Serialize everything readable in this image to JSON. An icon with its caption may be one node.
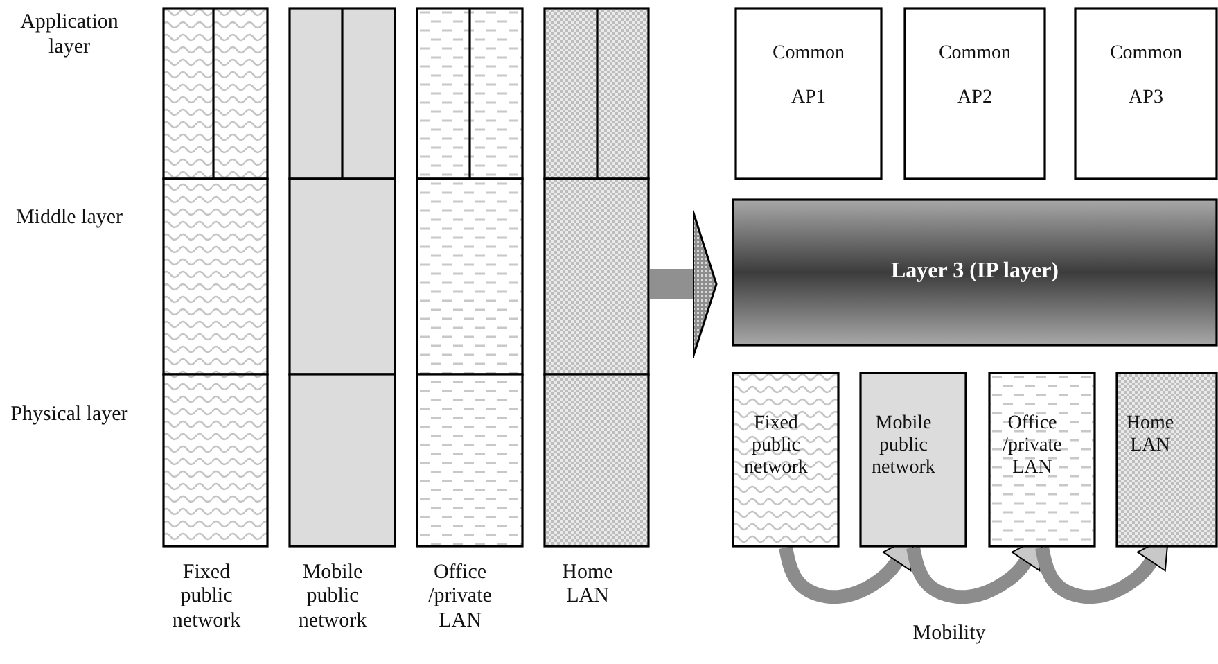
{
  "diagram": {
    "nodes": [
      {
        "text": [
          "Fixed public network"
        ]
      },
      {
        "text": [
          "Mobile public network"
        ]
      },
      {
        "text": [
          "Office /private LAN"
        ]
      },
      {
        "text": [
          "Home LAN"
        ]
      },
      {
        "text": [
          "Common",
          "AP1"
        ]
      },
      {
        "text": [
          "Common",
          "AP2"
        ]
      },
      {
        "text": [
          "Common",
          "AP3"
        ]
      },
      {
        "text": [
          "Layer 3 (IP layer)"
        ]
      },
      {
        "text": [
          "Fixed public network"
        ]
      },
      {
        "text": [
          "Mobile public network"
        ]
      },
      {
        "text": [
          "Office /private LAN"
        ]
      },
      {
        "text": [
          "Home LAN"
        ]
      }
    ],
    "edges": [
      {
        "from": 3,
        "to": 7,
        "arrow": "to",
        "style": "thick"
      },
      {
        "from": 8,
        "to": 9,
        "arrow": "to"
      },
      {
        "from": 9,
        "to": 10,
        "arrow": "to"
      },
      {
        "from": 10,
        "to": 11,
        "arrow": "to"
      }
    ],
    "labels": [
      "Application layer",
      "Middle layer",
      "Physical layer",
      "Mobility"
    ]
  }
}
